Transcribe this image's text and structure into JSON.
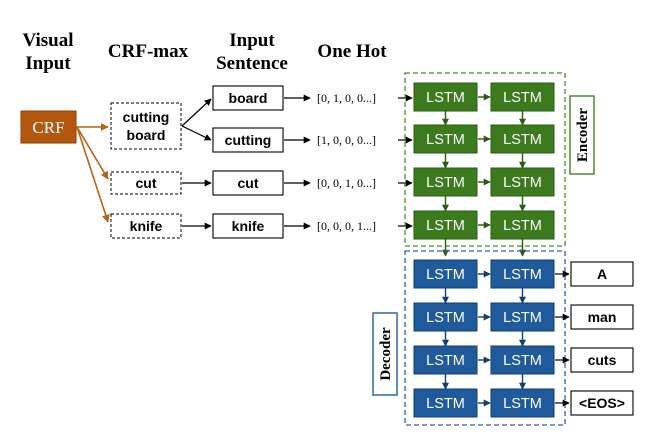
{
  "headers": {
    "visual_input": [
      "Visual",
      "Input"
    ],
    "crf_max": "CRF-max",
    "input_sentence": [
      "Input",
      "Sentence"
    ],
    "one_hot": "One Hot"
  },
  "crf_label": "CRF",
  "crf_max_items": [
    [
      "cutting",
      "board"
    ],
    [
      "cut"
    ],
    [
      "knife"
    ]
  ],
  "input_sentence": [
    "board",
    "cutting",
    "cut",
    "knife"
  ],
  "one_hot": [
    "[0, 1, 0, 0...]",
    "[1, 0, 0, 0...]",
    "[0, 0, 1, 0...]",
    "[0, 0, 0, 1...]"
  ],
  "lstm_label": "LSTM",
  "encoder_label": "Encoder",
  "decoder_label": "Decoder",
  "outputs": [
    "A",
    "man",
    "cuts",
    "<EOS>"
  ],
  "colors": {
    "crf": "#b5580f",
    "crf_arrow": "#b86410",
    "encoder_fill": "#3c7a1e",
    "encoder_stroke": "#2a5c12",
    "encoder_border": "#4a8a2c",
    "decoder_fill": "#1e5a9c",
    "decoder_stroke": "#123e70",
    "decoder_border": "#2a68a8"
  }
}
